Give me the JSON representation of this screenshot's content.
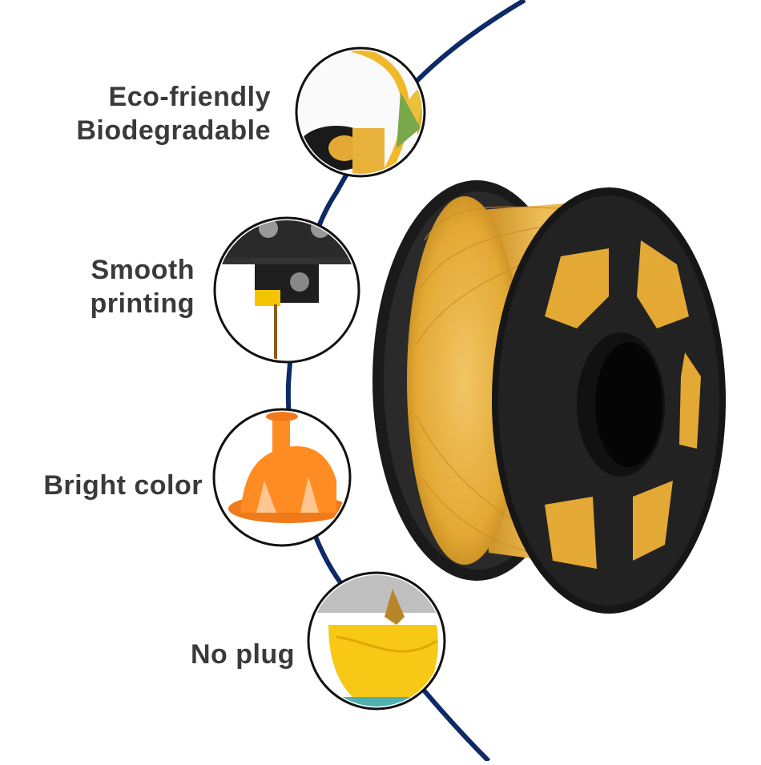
{
  "features": [
    {
      "lines": [
        "Eco-friendly",
        "Biodegradable"
      ],
      "icon": "corn-spool-icon"
    },
    {
      "lines": [
        "Smooth",
        "printing"
      ],
      "icon": "printer-extruder-icon"
    },
    {
      "lines": [
        "Bright color"
      ],
      "icon": "orange-printed-model-icon"
    },
    {
      "lines": [
        "No plug"
      ],
      "icon": "nozzle-printing-icon"
    }
  ],
  "colors": {
    "curve": "#0d2a66",
    "filament": "#e3a934",
    "spool": "#1c1c1c",
    "text": "#3a3a3a",
    "circle_border": "#111111"
  }
}
